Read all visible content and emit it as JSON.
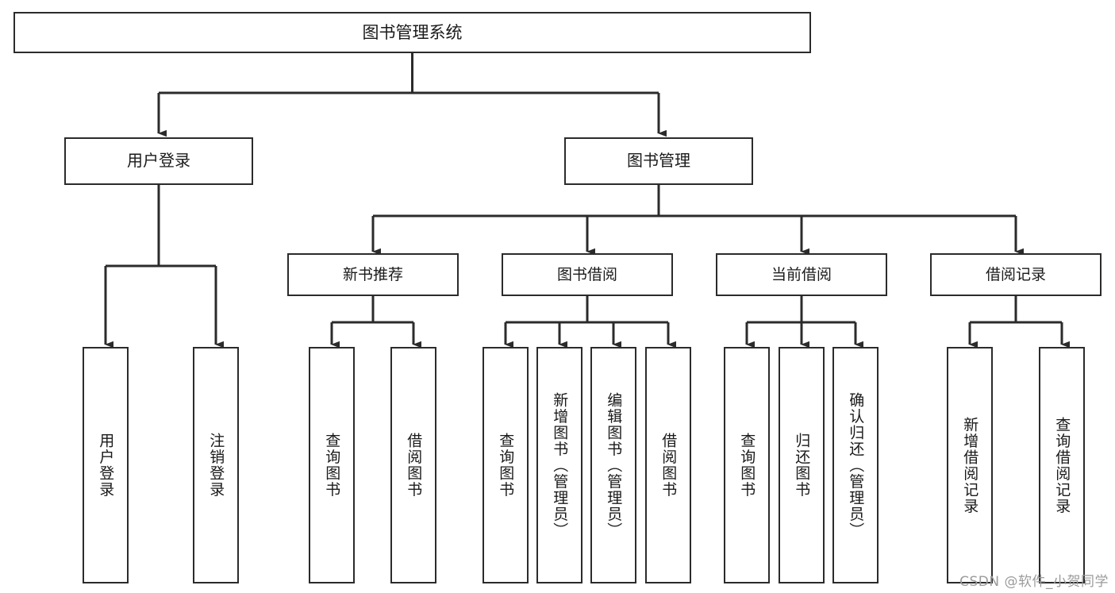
{
  "diagram": {
    "title": "图书管理系统",
    "type": "hierarchy-tree",
    "orientation": "top-down",
    "line_color": "#2b2b2b",
    "box_fill": "#ffffff",
    "box_stroke": "#2b2b2b",
    "nodes": {
      "root": {
        "label": "图书管理系统",
        "level": 0
      },
      "user_login": {
        "label": "用户登录",
        "level": 1
      },
      "book_manage": {
        "label": "图书管理",
        "level": 1
      },
      "new_book_rec": {
        "label": "新书推荐",
        "level": 2
      },
      "book_borrow": {
        "label": "图书借阅",
        "level": 2
      },
      "current_borrow": {
        "label": "当前借阅",
        "level": 2
      },
      "borrow_record": {
        "label": "借阅记录",
        "level": 2
      },
      "leaf_user_login": {
        "label": "用户登录",
        "level": 3
      },
      "leaf_logout": {
        "label": "注销登录",
        "level": 3
      },
      "leaf_query_book_rec": {
        "label": "查询图书",
        "level": 3
      },
      "leaf_borrow_book_rec": {
        "label": "借阅图书",
        "level": 3
      },
      "leaf_query_book_borrow": {
        "label": "查询图书",
        "level": 3
      },
      "leaf_add_book": {
        "label": "新增图书（管理员）",
        "level": 3
      },
      "leaf_edit_book": {
        "label": "编辑图书（管理员）",
        "level": 3
      },
      "leaf_borrow_book": {
        "label": "借阅图书",
        "level": 3
      },
      "leaf_query_book_cur": {
        "label": "查询图书",
        "level": 3
      },
      "leaf_return_book": {
        "label": "归还图书",
        "level": 3
      },
      "leaf_confirm_return": {
        "label": "确认归还（管理员）",
        "level": 3
      },
      "leaf_add_record": {
        "label": "新增借阅记录",
        "level": 3
      },
      "leaf_query_record": {
        "label": "查询借阅记录",
        "level": 3
      }
    }
  },
  "watermark": {
    "text": "CSDN @软件_小贺同学"
  }
}
